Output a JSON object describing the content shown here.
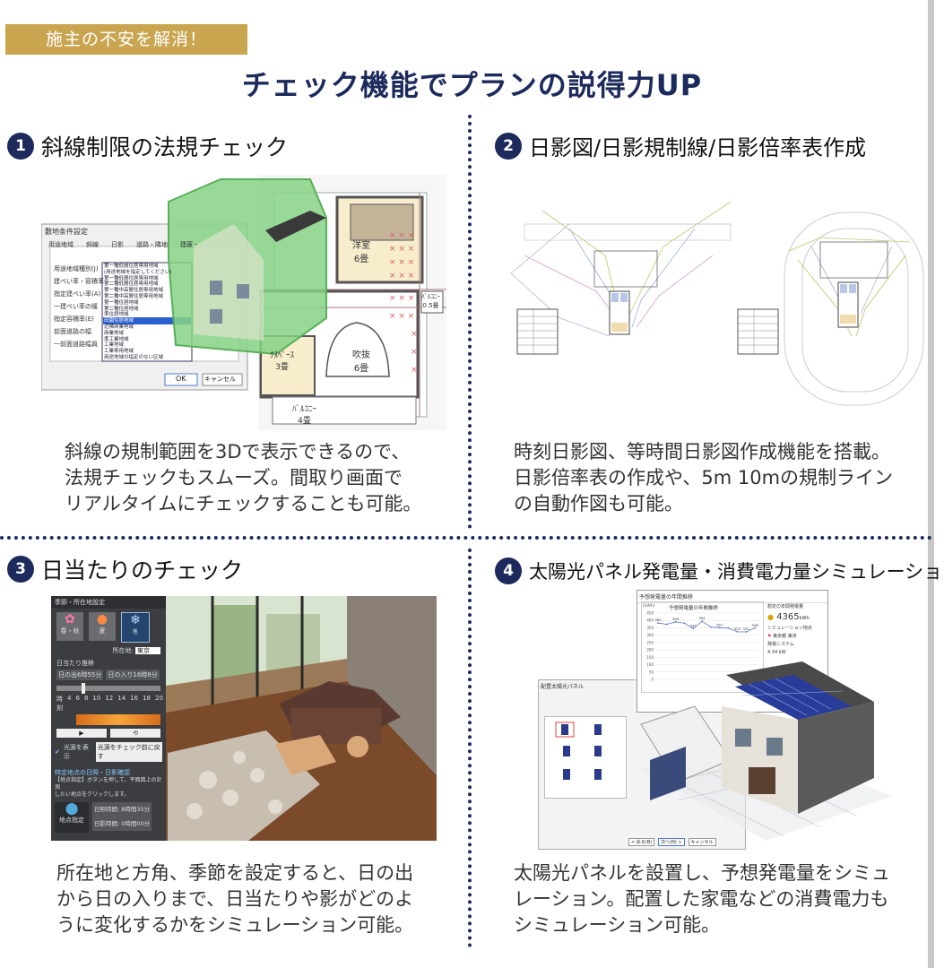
{
  "header": {
    "tag": "施主の不安を解消！",
    "title": "チェック機能でプランの説得力UP"
  },
  "sections": [
    {
      "num": "1",
      "title": "斜線制限の法規チェック",
      "desc": [
        "斜線の規制範囲を3Dで表示できるので、",
        "法規チェックもスムーズ。間取り画面で",
        "リアルタイムにチェックすることも可能。"
      ],
      "dialog": {
        "title": "敷地条件設定",
        "tabs": [
          "用途地域",
          "斜線",
          "日影",
          "道路・隣地",
          "建蔽・"
        ],
        "labels": [
          "用途地域種別(J)",
          "建ぺい率・容積率",
          "指定建ぺい率(A)",
          "一建ぺい率の緩",
          "指定容積率(E)",
          "前面道路の幅",
          "一前面道路幅員"
        ],
        "options": [
          "第一種低層住居専用地域",
          "(用途地域を指定してください)",
          "第一種低層住居専用地域",
          "第二種低層住居専用地域",
          "第一種中高層住居専用地域",
          "第二種中高層住居専用地域",
          "第一種住居地域",
          "第二種住居地域",
          "準住居地域",
          "田園住居地域",
          "近隣商業地域",
          "商業地域",
          "準工業地域",
          "工業地域",
          "工業専用地域",
          "用途地域の指定のない区域"
        ],
        "ok": "OK",
        "cancel": "キャンセル"
      },
      "plan": {
        "rooms": [
          "洋室",
          "6畳",
          "吹抜",
          "6畳",
          "ｸｽﾍﾟｰｽ",
          "3畳",
          "ﾊﾞﾙｺﾆｰ",
          "4畳",
          "ﾊﾞﾙｺﾆｰ",
          "0.5畳"
        ]
      }
    },
    {
      "num": "2",
      "title": "日影図/日影規制線/日影倍率表作成",
      "desc": [
        "時刻日影図、等時間日影図作成機能を搭載。",
        "日影倍率表の作成や、5m 10mの規制ライン",
        "の自動作図も可能。"
      ]
    },
    {
      "num": "3",
      "title": "日当たりのチェック",
      "desc": [
        "所在地と方角、季節を設定すると、日の出",
        "から日の入りまで、日当たりや影がどのよ",
        "うに変化するかをシミュレーション可能。"
      ],
      "panel": {
        "title": "季節・所在地設定",
        "seasons": [
          "春・秋",
          "夏",
          "冬"
        ],
        "location_label": "所在地:",
        "location": "東京",
        "sun_label": "日当たり推移",
        "sunrise": "日の出6時55分",
        "sunset": "日の入り16時8分",
        "time_label": "時刻",
        "ticks": [
          "4",
          "6",
          "8",
          "10",
          "12",
          "14",
          "16",
          "18",
          "20"
        ],
        "light_label": "光源を表示",
        "light_reset": "光源をチェック前に戻す",
        "check_title": "特定地点の日照・日影確認",
        "check_note": [
          "【地点指定】ボタンを押して、平面図上の計測",
          "したい地点をクリックします。"
        ],
        "point_button": "地点指定",
        "sun_hours": "日照時間: 8時間35分",
        "shade_hours": "日影時間: 0時間00分"
      }
    },
    {
      "num": "4",
      "title": "太陽光パネル発電量・消費電力量シミュレーション",
      "desc": [
        "太陽光パネルを設置し、予想発電量をシミュ",
        "レーション。配置した家電などの消費電力も",
        "シミュレーション可能。"
      ],
      "chart_window": {
        "title": "予想発電量の年間推移",
        "chart_title": "予想発電量の年間推移",
        "yunit": "[kWh]",
        "yticks": [
          "450",
          "400",
          "350",
          "300",
          "250",
          "200",
          "150",
          "100",
          "50",
          "0"
        ],
        "values": [
          382,
          374,
          390,
          381,
          345,
          394,
          355,
          351,
          348,
          323,
          322,
          348
        ],
        "labels": [
          "382",
          "",
          "390",
          "",
          "345",
          "394",
          "",
          "351",
          "",
          "323",
          "322",
          "348"
        ],
        "side_title": "想定の年間発電量",
        "annual": "4365",
        "annual_unit": "kWh",
        "sim_label": "シミュレーション地点",
        "place": "東京都",
        "place2": "東京",
        "system_label": "発電システム",
        "system_value": "4.34 kW"
      },
      "layout_window": {
        "title": "配置太陽光パネル",
        "buttons": [
          "< 戻る(B)",
          "次へ(N) >",
          "キャンセル"
        ]
      }
    }
  ],
  "colors": {
    "navy": "#1c2a5c",
    "gold": "#c9a550"
  }
}
